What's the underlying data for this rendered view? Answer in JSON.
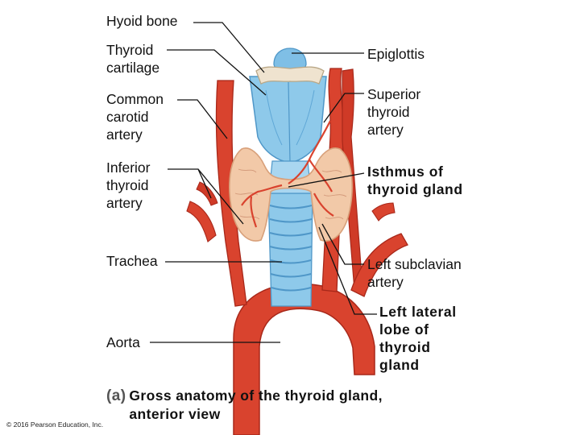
{
  "labels": {
    "hyoid_bone": "Hyoid bone",
    "thyroid_cartilage": "Thyroid\ncartilage",
    "common_carotid_artery": "Common\ncarotid\nartery",
    "inferior_thyroid_artery": "Inferior\nthyroid\nartery",
    "trachea": "Trachea",
    "aorta": "Aorta",
    "epiglottis": "Epiglottis",
    "superior_thyroid_artery": "Superior\nthyroid\nartery",
    "isthmus_of_thyroid_gland": "Isthmus of\nthyroid gland",
    "left_subclavian_artery": "Left subclavian\nartery",
    "left_lateral_lobe": "Left lateral\nlobe of\nthyroid\ngland"
  },
  "caption": {
    "part": "(a)",
    "text": "Gross anatomy of the thyroid gland,\nanterior view"
  },
  "copyright": "© 2016 Pearson Education, Inc.",
  "colors": {
    "artery": "#d9432e",
    "artery_dark": "#a8281a",
    "cartilage": "#8ec9ea",
    "cartilage_dark": "#4f97c8",
    "thyroid": "#f2c9a8",
    "thyroid_dark": "#d8a07a",
    "bone": "#efe3cf",
    "leader": "#111111"
  }
}
